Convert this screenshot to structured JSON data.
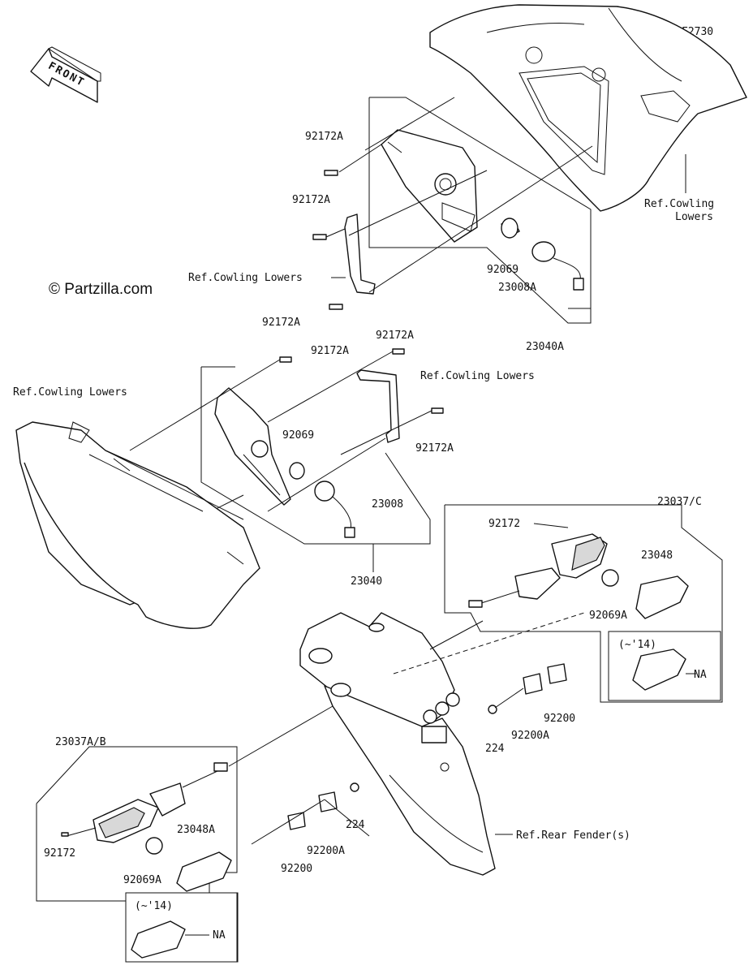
{
  "figure_code": "F2730",
  "watermark": "© Partzilla.com",
  "front_arrow": "FRONT",
  "labels": {
    "screw_top_1": "92172A",
    "screw_top_2": "92172A",
    "ref_cowling_top_right": "Ref.Cowling\nLowers",
    "ref_cowling_mid": "Ref.Cowling Lowers",
    "bulb_92069_top": "92069",
    "socket_23008A": "23008A",
    "assy_23040A": "23040A",
    "screw_left_1": "92172A",
    "screw_left_2": "92172A",
    "screw_mid_1": "92172A",
    "screw_mid_2": "92172A",
    "ref_cowling_left": "Ref.Cowling Lowers",
    "ref_cowling_right_mid": "Ref.Cowling Lowers",
    "bulb_92069_mid": "92069",
    "socket_23008": "23008",
    "assy_23040": "23040",
    "turn_signal_23037C": "23037/C",
    "screw_92172_right": "92172",
    "lens_23048": "23048",
    "bulb_92069A_right": "92069A",
    "variant_14_right": "(~'14)",
    "na_right": "NA",
    "nut_224_right": "224",
    "clip_92200A_right": "92200A",
    "clip_92200_right": "92200",
    "turn_signal_23037AB": "23037A/B",
    "screw_92172_left": "92172",
    "lens_23048A": "23048A",
    "bulb_92069A_left": "92069A",
    "nut_224_left": "224",
    "clip_92200A_left": "92200A",
    "clip_92200_left": "92200",
    "variant_14_left": "(~'14)",
    "na_left": "NA",
    "ref_rear_fender": "Ref.Rear Fender(s)"
  }
}
